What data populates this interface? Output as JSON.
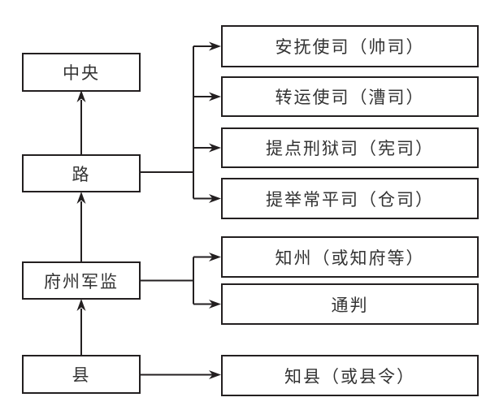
{
  "diagram": {
    "type": "org-flowchart",
    "description": "Song dynasty local administration hierarchy",
    "colors": {
      "background": "#ffffff",
      "line": "#231f20",
      "box_border": "#231f20",
      "text": "#333333"
    },
    "nodes": {
      "central": {
        "label": "中央"
      },
      "circuit": {
        "label": "路"
      },
      "prefecture": {
        "label": "府州军监"
      },
      "county": {
        "label": "县"
      },
      "pacification": {
        "label": "安抚使司（帅司）"
      },
      "transport": {
        "label": "转运使司（漕司）"
      },
      "judicial": {
        "label": "提点刑狱司（宪司）"
      },
      "granary": {
        "label": "提举常平司（仓司）"
      },
      "prefect": {
        "label": "知州（或知府等）"
      },
      "controller": {
        "label": "通判"
      },
      "magistrate": {
        "label": "知县（或县令）"
      }
    },
    "edges": [
      {
        "from": "路",
        "to": "中央",
        "direction": "up"
      },
      {
        "from": "府州军监",
        "to": "路",
        "direction": "up"
      },
      {
        "from": "县",
        "to": "府州军监",
        "direction": "up"
      },
      {
        "from": "路",
        "to": "安抚使司（帅司）",
        "direction": "right"
      },
      {
        "from": "路",
        "to": "转运使司（漕司）",
        "direction": "right"
      },
      {
        "from": "路",
        "to": "提点刑狱司（宪司）",
        "direction": "right"
      },
      {
        "from": "路",
        "to": "提举常平司（仓司）",
        "direction": "right"
      },
      {
        "from": "府州军监",
        "to": "知州（或知府等）",
        "direction": "right"
      },
      {
        "from": "府州军监",
        "to": "通判",
        "direction": "right"
      },
      {
        "from": "县",
        "to": "知县（或县令）",
        "direction": "right"
      }
    ]
  }
}
